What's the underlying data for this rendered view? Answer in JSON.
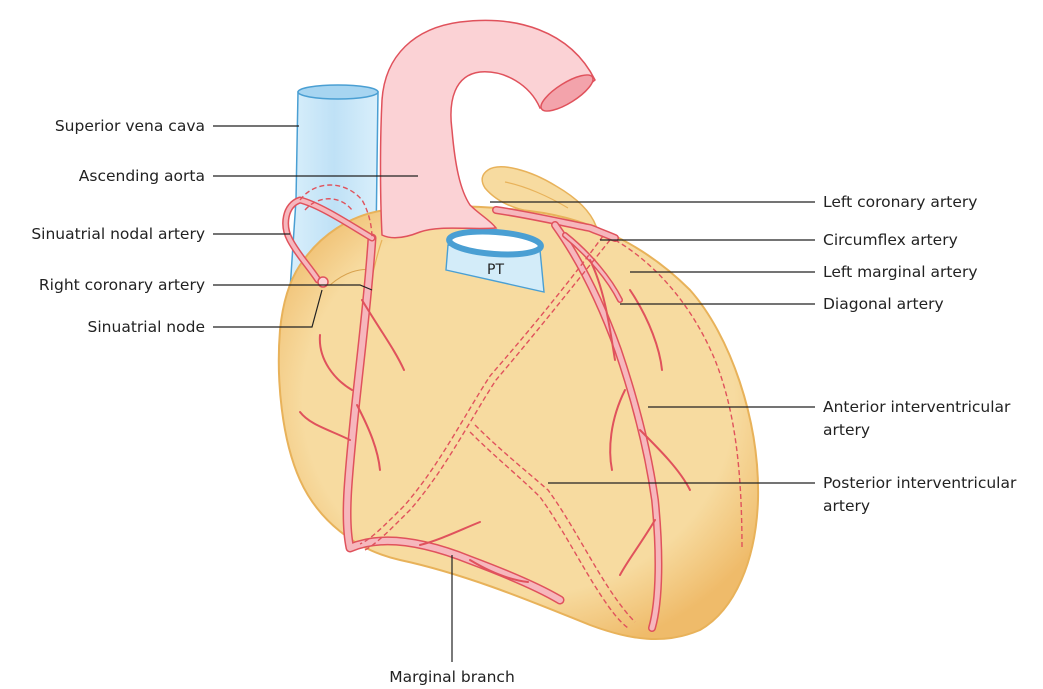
{
  "labels": {
    "superior_vena_cava": "Superior vena cava",
    "ascending_aorta": "Ascending aorta",
    "sinuatrial_nodal_artery": "Sinuatrial nodal artery",
    "right_coronary_artery": "Right coronary artery",
    "sinuatrial_node": "Sinuatrial node",
    "left_coronary_artery": "Left coronary artery",
    "circumflex_artery": "Circumflex artery",
    "left_marginal_artery": "Left marginal artery",
    "diagonal_artery": "Diagonal artery",
    "anterior_interventricular_line1": "Anterior interventricular",
    "anterior_interventricular_line2": "artery",
    "posterior_interventricular_line1": "Posterior interventricular",
    "posterior_interventricular_line2": "artery",
    "marginal_branch": "Marginal branch",
    "pt": "PT"
  },
  "colors": {
    "heart_fill": "#f7dba0",
    "heart_edge": "#e8b25a",
    "vessel_pink": "#fbd2d5",
    "vessel_outline": "#e0525c",
    "vena_blue": "#cbe6f7",
    "vena_outline": "#4a9fd3"
  }
}
